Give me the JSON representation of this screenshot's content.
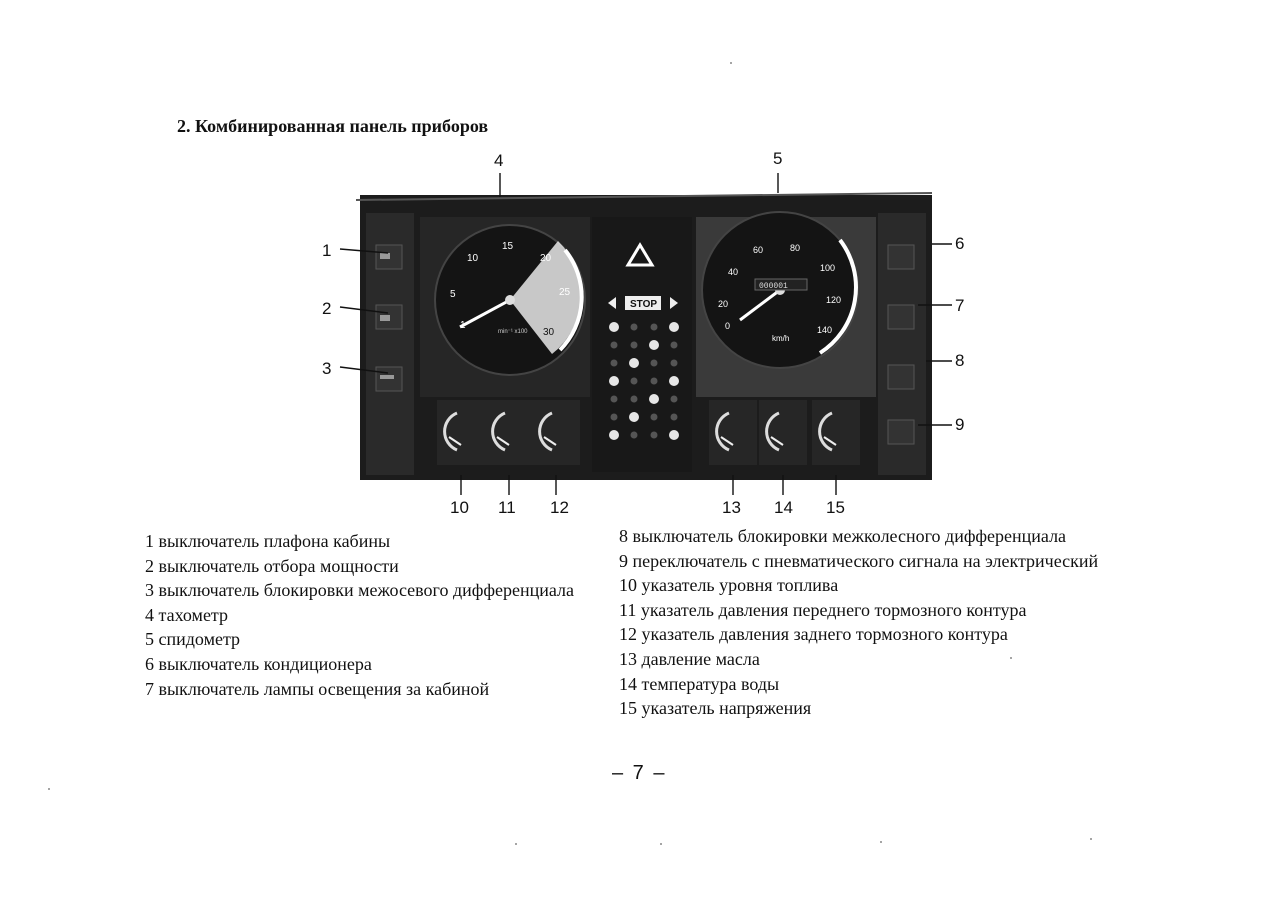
{
  "heading": "2. Комбинированная панель приборов",
  "callouts": [
    "1",
    "2",
    "3",
    "4",
    "5",
    "6",
    "7",
    "8",
    "9",
    "10",
    "11",
    "12",
    "13",
    "14",
    "15"
  ],
  "dashboard": {
    "tacho_ticks": [
      "1",
      "5",
      "10",
      "15",
      "20",
      "25",
      "30"
    ],
    "tacho_unit": "min⁻¹ x100",
    "speedo_ticks": [
      "0",
      "20",
      "40",
      "60",
      "80",
      "100",
      "120",
      "140"
    ],
    "speedo_unit": "km/h",
    "odometer": "000001",
    "stop_label": "STOP"
  },
  "legend_left": [
    "1 выключатель  плафона кабины",
    "2 выключатель отбора мощности",
    "3 выключатель блокировки межосевого дифференциала",
    "4 тахометр",
    "5 спидометр",
    "6 выключатель кондиционера",
    "7 выключатель лампы освещения за кабиной"
  ],
  "legend_right": [
    "8 выключатель блокировки межколесного дифференциала",
    "9 переключатель с пневматического сигнала на электрический",
    "10 указатель уровня топлива",
    "11 указатель давления переднего тормозного контура",
    "12 указатель давления заднего тормозного контура",
    "13 давление масла",
    "14 температура воды",
    "15 указатель напряжения"
  ],
  "page_number": "– 7 –"
}
